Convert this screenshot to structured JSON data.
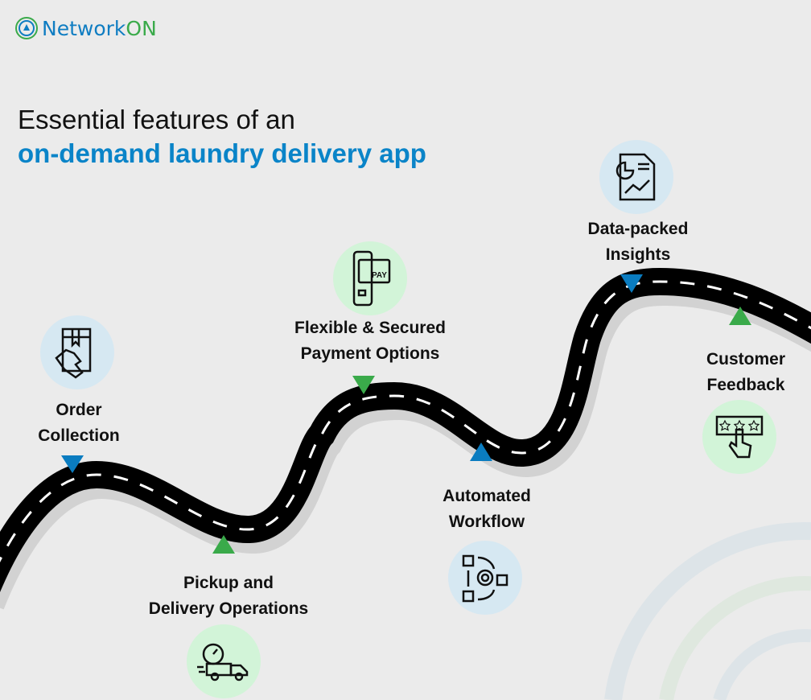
{
  "logo": {
    "part1": "Network",
    "part2": "ON"
  },
  "title": {
    "line1": "Essential features of an",
    "line2": "on-demand laundry delivery app"
  },
  "features": [
    {
      "line1": "Order",
      "line2": "Collection",
      "icon": "hand-box-icon",
      "color": "#0a7cc0"
    },
    {
      "line1": "Pickup and",
      "line2": "Delivery Operations",
      "icon": "delivery-truck-icon",
      "color": "#3aaa4a"
    },
    {
      "line1": "Flexible & Secured",
      "line2": "Payment Options",
      "icon": "mobile-pay-icon",
      "color": "#3aaa4a"
    },
    {
      "line1": "Automated",
      "line2": "Workflow",
      "icon": "workflow-gear-icon",
      "color": "#0a7cc0"
    },
    {
      "line1": "Data-packed",
      "line2": "Insights",
      "icon": "report-chart-icon",
      "color": "#0a7cc0"
    },
    {
      "line1": "Customer",
      "line2": "Feedback",
      "icon": "star-rating-icon",
      "color": "#3aaa4a"
    }
  ],
  "icon_labels": {
    "pay": "PAY"
  }
}
